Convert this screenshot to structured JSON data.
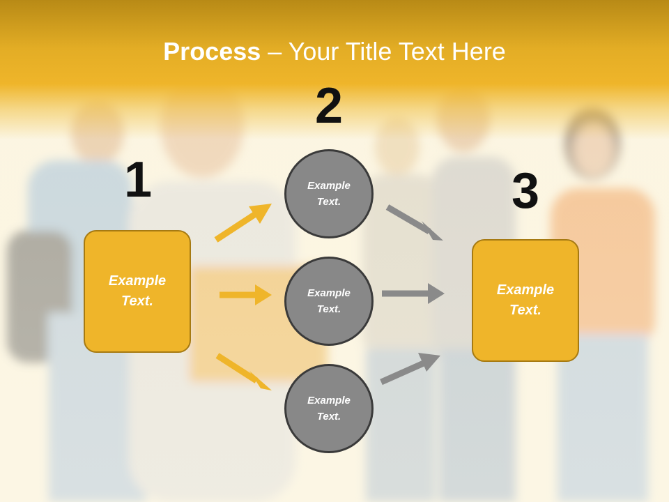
{
  "title": {
    "bold": "Process",
    "rest": " – Your Title Text Here"
  },
  "steps": [
    {
      "number": "1",
      "label": "Example\nText."
    },
    {
      "number": "2",
      "label": "Example\nText."
    },
    {
      "number": "3",
      "label": "Example\nText."
    }
  ],
  "circles": [
    {
      "label": "Example\nText."
    },
    {
      "label": "Example\nText."
    },
    {
      "label": "Example\nText."
    }
  ],
  "colors": {
    "accent": "#efb52a",
    "accent_border": "#a67a12",
    "circle_fill": "#888888",
    "circle_border": "#3a3a3a",
    "arrow_in": "#efb52a",
    "arrow_out": "#8a8a8a"
  }
}
